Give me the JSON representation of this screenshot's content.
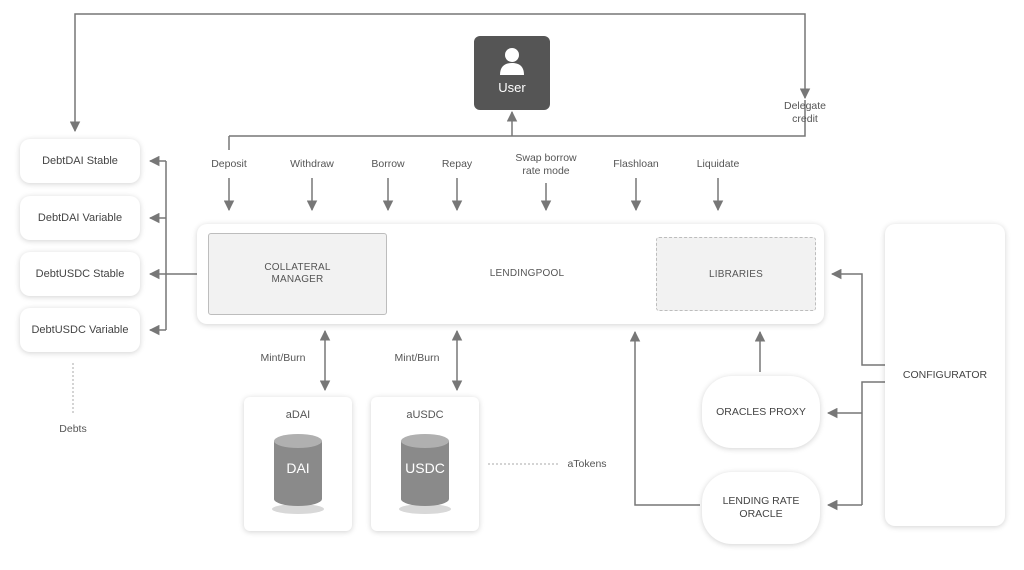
{
  "user": {
    "label": "User",
    "icon": "user-icon"
  },
  "delegate_credit": [
    "Delegate",
    "credit"
  ],
  "actions": [
    {
      "id": "deposit",
      "label": [
        "Deposit"
      ]
    },
    {
      "id": "withdraw",
      "label": [
        "Withdraw"
      ]
    },
    {
      "id": "borrow",
      "label": [
        "Borrow"
      ]
    },
    {
      "id": "repay",
      "label": [
        "Repay"
      ]
    },
    {
      "id": "swap",
      "label": [
        "Swap borrow",
        "rate mode"
      ]
    },
    {
      "id": "flashloan",
      "label": [
        "Flashloan"
      ]
    },
    {
      "id": "liquidate",
      "label": [
        "Liquidate"
      ]
    }
  ],
  "debt_tokens": [
    "DebtDAI Stable",
    "DebtDAI Variable",
    "DebtUSDC Stable",
    "DebtUSDC Variable"
  ],
  "debts_label": "Debts",
  "lendingpool": {
    "title": "LENDINGPOOL",
    "collateral_manager": [
      "COLLATERAL",
      "MANAGER"
    ],
    "libraries": "LIBRARIES"
  },
  "mint_burn": "Mint/Burn",
  "atokens": [
    {
      "title": "aDAI",
      "cylinder": "DAI"
    },
    {
      "title": "aUSDC",
      "cylinder": "USDC"
    }
  ],
  "atokens_label": "aTokens",
  "oracles_proxy": "ORACLES PROXY",
  "lending_rate_oracle": [
    "LENDING RATE",
    "ORACLE"
  ],
  "configurator": "CONFIGURATOR",
  "colors": {
    "arrow": "#777777",
    "user_bg": "#555555",
    "cylinder": "#8a8a8a"
  }
}
